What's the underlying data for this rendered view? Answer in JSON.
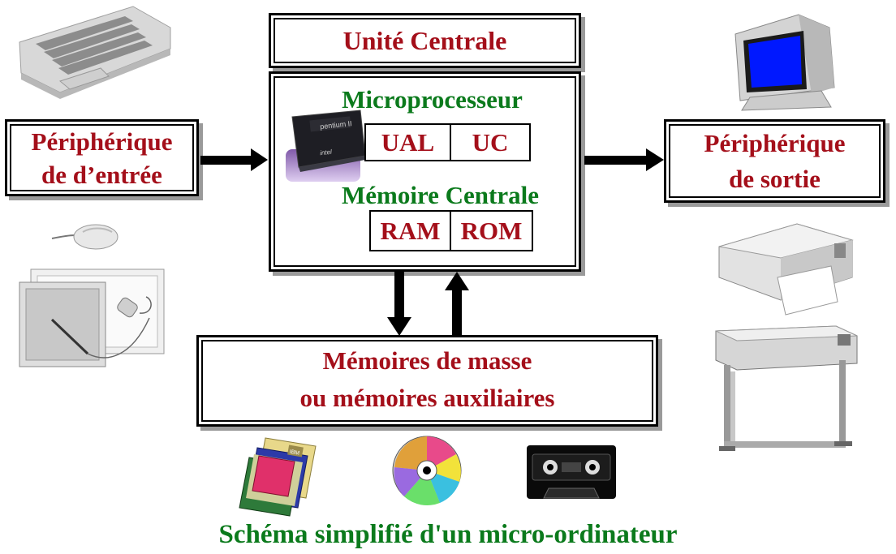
{
  "central_unit": {
    "title": "Unité Centrale"
  },
  "processor": {
    "title": "Microprocesseur",
    "chip_marking": "pentium II",
    "brand": "intel",
    "cells": [
      "UAL",
      "UC"
    ]
  },
  "memory": {
    "title": "Mémoire Centrale",
    "cells": [
      "RAM",
      "ROM"
    ]
  },
  "input": {
    "line1": "Périphérique",
    "line2": "de d’entrée"
  },
  "output": {
    "line1": "Périphérique",
    "line2": "de sortie"
  },
  "mass_storage": {
    "line1": "Mémoires de masse",
    "line2": "ou mémoires auxiliaires"
  },
  "caption": "Schéma simplifié d'un micro-ordinateur",
  "floppy_brand": "IBM",
  "colors": {
    "label_red": "#a40f1a",
    "label_green": "#0b7a1c",
    "frame": "#000000",
    "shadow": "#9a9a9a",
    "monitor_screen": "#0018ff"
  },
  "icons": [
    "keyboard-icon",
    "mouse-icon",
    "graphics-tablet-icon",
    "monitor-icon",
    "printer-icon",
    "plotter-icon",
    "floppy-disks-icon",
    "cd-rom-icon",
    "cassette-icon",
    "processor-chip-icon"
  ]
}
